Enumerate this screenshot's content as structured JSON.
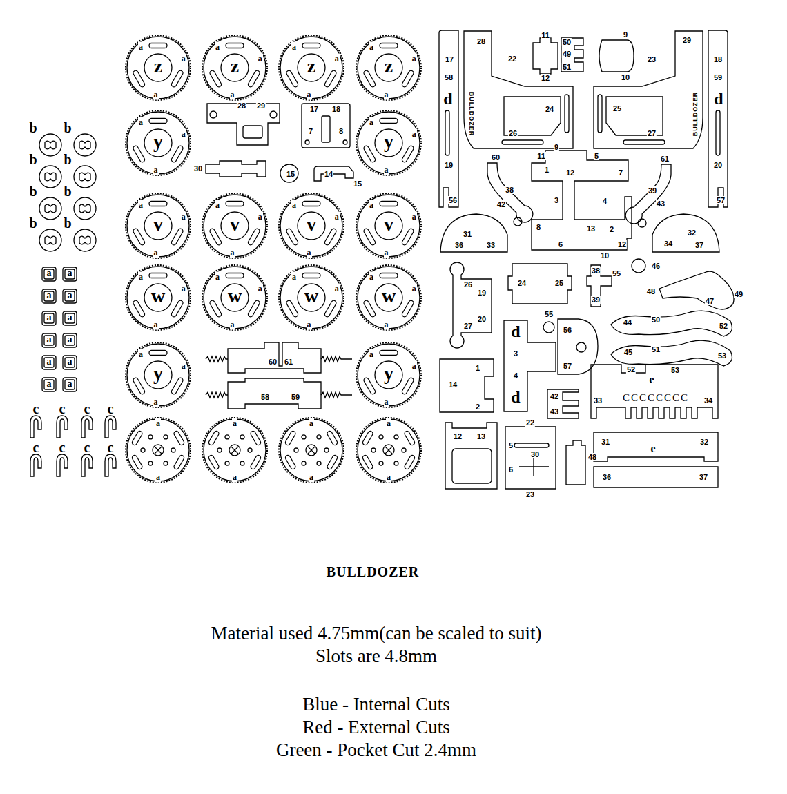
{
  "diagram": {
    "title": "BULLDOZER",
    "nodes": [
      {
        "text": [
          "b"
        ]
      },
      {
        "text": [
          "b"
        ]
      },
      {
        "text": [
          "b"
        ]
      },
      {
        "text": [
          "b"
        ]
      },
      {
        "text": [
          "b"
        ]
      },
      {
        "text": [
          "b"
        ]
      },
      {
        "text": [
          "b"
        ]
      },
      {
        "text": [
          "b"
        ]
      },
      {
        "text": [
          "a"
        ]
      },
      {
        "text": [
          "a"
        ]
      },
      {
        "text": [
          "a"
        ]
      },
      {
        "text": [
          "a"
        ]
      },
      {
        "text": [
          "a"
        ]
      },
      {
        "text": [
          "a"
        ]
      },
      {
        "text": [
          "a"
        ]
      },
      {
        "text": [
          "a"
        ]
      },
      {
        "text": [
          "a"
        ]
      },
      {
        "text": [
          "a"
        ]
      },
      {
        "text": [
          "a"
        ]
      },
      {
        "text": [
          "a"
        ]
      },
      {
        "text": [
          "c"
        ]
      },
      {
        "text": [
          "c"
        ]
      },
      {
        "text": [
          "c"
        ]
      },
      {
        "text": [
          "c"
        ]
      },
      {
        "text": [
          "c"
        ]
      },
      {
        "text": [
          "c"
        ]
      },
      {
        "text": [
          "c"
        ]
      },
      {
        "text": [
          "c"
        ]
      },
      {
        "text": [
          "a",
          "a",
          "a",
          "z"
        ]
      },
      {
        "text": [
          "a",
          "a",
          "a",
          "z"
        ]
      },
      {
        "text": [
          "a",
          "a",
          "a",
          "z"
        ]
      },
      {
        "text": [
          "a",
          "a",
          "a",
          "z"
        ]
      },
      {
        "text": [
          "a",
          "a",
          "a",
          "y"
        ]
      },
      {
        "text": [
          "a",
          "a",
          "a",
          "y"
        ]
      },
      {
        "text": [
          "a",
          "a",
          "a",
          "v"
        ]
      },
      {
        "text": [
          "a",
          "a",
          "a",
          "v"
        ]
      },
      {
        "text": [
          "a",
          "a",
          "a",
          "v"
        ]
      },
      {
        "text": [
          "a",
          "a",
          "a",
          "v"
        ]
      },
      {
        "text": [
          "a",
          "a",
          "a",
          "w"
        ]
      },
      {
        "text": [
          "a",
          "a",
          "a",
          "w"
        ]
      },
      {
        "text": [
          "a",
          "a",
          "a",
          "w"
        ]
      },
      {
        "text": [
          "a",
          "a",
          "a",
          "w"
        ]
      },
      {
        "text": [
          "a",
          "a",
          "a",
          "y"
        ]
      },
      {
        "text": [
          "a",
          "a",
          "a",
          "y"
        ]
      },
      {
        "text": [
          "a",
          "a"
        ]
      },
      {
        "text": [
          "a",
          "a"
        ]
      },
      {
        "text": [
          "a",
          "a"
        ]
      },
      {
        "text": [
          "a",
          "a"
        ]
      }
    ],
    "labels": [
      "28",
      "29",
      "17",
      "18",
      "7",
      "8",
      "30",
      "15",
      "14",
      "15",
      "60",
      "61",
      "58",
      "59",
      "28",
      "17",
      "58",
      "d",
      "19",
      "56",
      "22",
      "11",
      "12",
      "50",
      "49",
      "51",
      "9",
      "10",
      "23",
      "BULLDOZER",
      "24",
      "26",
      "25",
      "27",
      "BULLDOZER",
      "29",
      "18",
      "59",
      "d",
      "20",
      "57",
      "11",
      "9",
      "1",
      "5",
      "12",
      "7",
      "3",
      "4",
      "8",
      "13",
      "6",
      "2",
      "12",
      "10",
      "60",
      "61",
      "38",
      "42",
      "39",
      "43",
      "31",
      "36",
      "33",
      "34",
      "32",
      "37",
      "26",
      "19",
      "27",
      "20",
      "24",
      "25",
      "38",
      "55",
      "39",
      "46",
      "48",
      "47",
      "49",
      "55",
      "d",
      "56",
      "3",
      "57",
      "4",
      "d",
      "44",
      "50",
      "52",
      "45",
      "51",
      "53",
      "14",
      "1",
      "2",
      "42",
      "43",
      "52",
      "e",
      "53",
      "33",
      "CCCCCCCC",
      "34",
      "31",
      "e",
      "32",
      "36",
      "37",
      "12",
      "13",
      "22",
      "5",
      "30",
      "6",
      "23",
      "48",
      "Material used 4.75mm(can be scaled to suit)",
      "Slots are 4.8mm",
      "Blue - Internal Cuts",
      "Red - External Cuts",
      "Green - Pocket Cut 2.4mm"
    ]
  }
}
